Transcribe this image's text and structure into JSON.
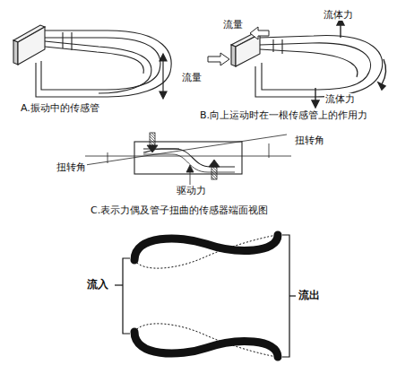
{
  "diagram": {
    "labels": [
      "A.振动中的传感管",
      "流量",
      "流体力",
      "流量",
      "流体力",
      "B.向上运动时在一根传感管上的作用力",
      "扭转角",
      "扭转角",
      "驱动力",
      "C.表示力偶及管子扭曲的传感器端面视图",
      "流入",
      "流出"
    ]
  }
}
